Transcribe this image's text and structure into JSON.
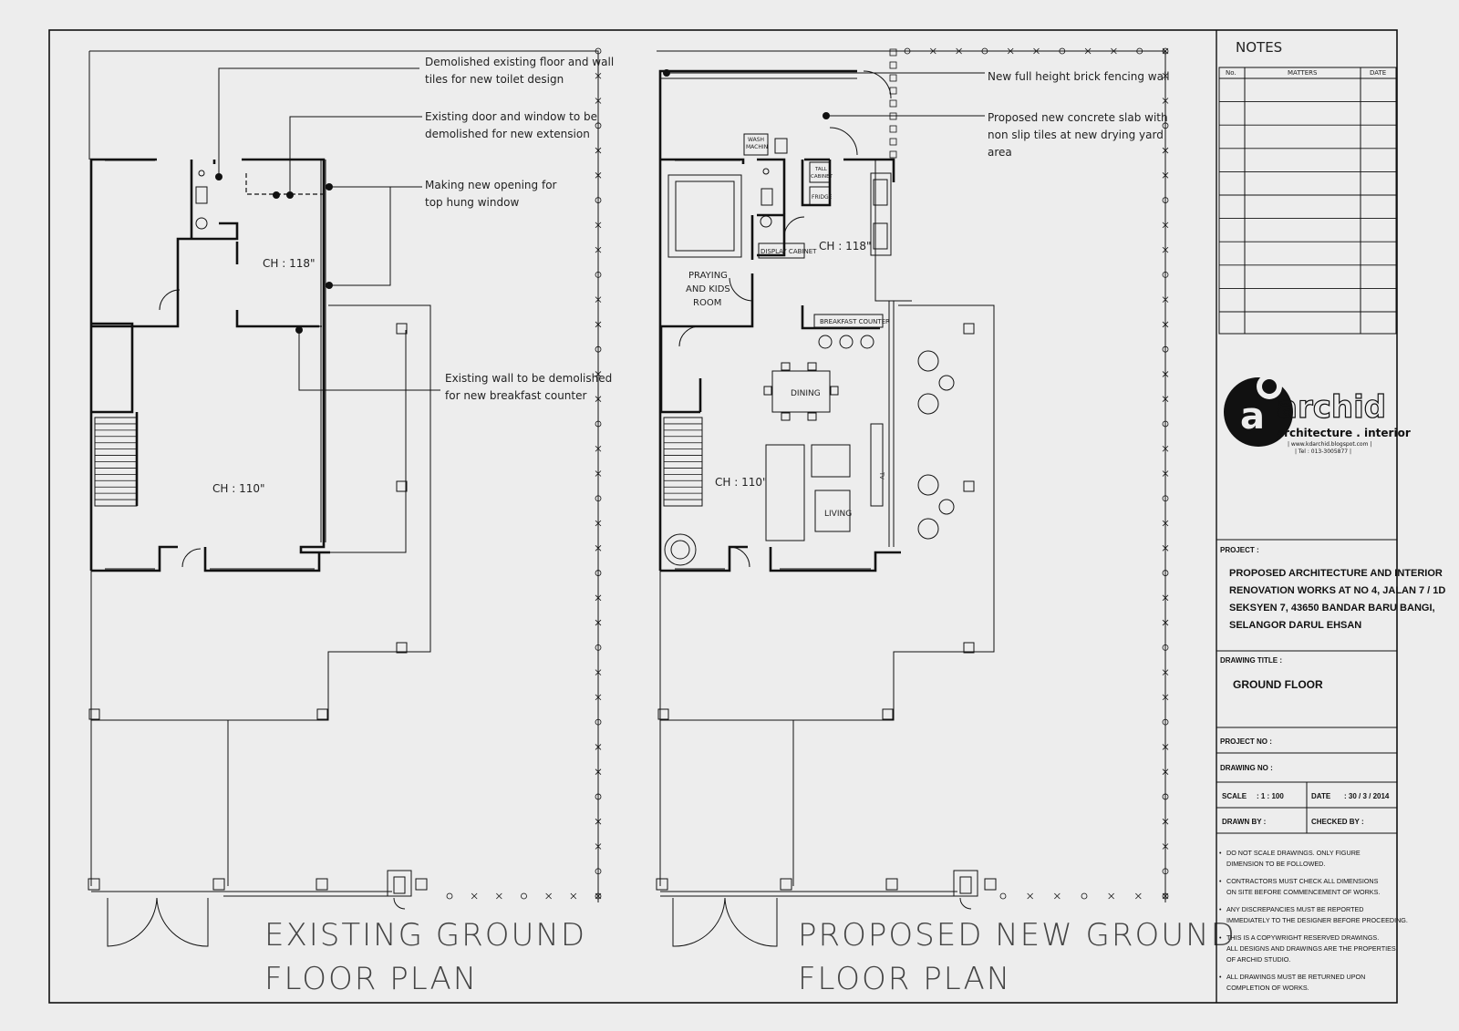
{
  "notes_panel": {
    "heading": "NOTES",
    "columns": [
      "No.",
      "MATTERS",
      "DATE"
    ]
  },
  "logo": {
    "brand": "archid",
    "subtitle": "architecture . interior",
    "website": "| www.kdarchid.blogspot.com |",
    "tel": "| Tel : 013-3005877 |"
  },
  "project": {
    "label": "PROJECT :",
    "lines": [
      "PROPOSED ARCHITECTURE AND INTERIOR",
      "RENOVATION WORKS AT NO 4, JALAN 7 / 1D",
      "SEKSYEN 7, 43650 BANDAR BARU BANGI,",
      "SELANGOR DARUL EHSAN"
    ]
  },
  "drawing_title": {
    "label": "DRAWING TITLE :",
    "value": "GROUND FLOOR"
  },
  "project_no": {
    "label": "PROJECT NO :"
  },
  "drawing_no": {
    "label": "DRAWING NO :"
  },
  "scale": {
    "label": "SCALE",
    "value": ": 1 : 100"
  },
  "date": {
    "label": "DATE",
    "value": ": 30 / 3 / 2014"
  },
  "drawn_by": {
    "label": "DRAWN BY :"
  },
  "checked_by": {
    "label": "CHECKED BY :"
  },
  "general_notes": [
    {
      "bullet": "•",
      "lines": [
        "DO NOT SCALE DRAWINGS. ONLY FIGURE",
        "DIMENSION TO BE FOLLOWED."
      ]
    },
    {
      "bullet": "•",
      "lines": [
        "CONTRACTORS MUST CHECK ALL DIMENSIONS",
        "ON SITE BEFORE COMMENCEMENT OF WORKS."
      ]
    },
    {
      "bullet": "•",
      "lines": [
        "ANY DISCREPANCIES MUST BE REPORTED",
        "IMMEDIATELY TO THE DESIGNER BEFORE PROCEEDING."
      ]
    },
    {
      "bullet": "•",
      "lines": [
        "THIS IS A COPYWRIGHT RESERVED DRAWINGS.",
        "ALL DESIGNS AND DRAWINGS ARE THE PROPERTIES",
        "OF ARCHID STUDIO."
      ]
    },
    {
      "bullet": "•",
      "lines": [
        "ALL DRAWINGS MUST BE RETURNED UPON",
        "COMPLETION OF WORKS."
      ]
    }
  ],
  "existing_plan": {
    "title_line1": "EXISTING GROUND",
    "title_line2": "FLOOR PLAN",
    "annotations": [
      {
        "lines": [
          "Demolished existing floor and wall",
          "tiles for new toilet design"
        ]
      },
      {
        "lines": [
          "Existing door and window to be",
          "demolished for new extension"
        ]
      },
      {
        "lines": [
          "Making new opening for",
          "top hung window"
        ]
      },
      {
        "lines": [
          "Existing wall to be demolished",
          "for new breakfast counter"
        ]
      }
    ],
    "ceiling_upper": "CH : 118\"",
    "ceiling_lower": "CH : 110\""
  },
  "proposed_plan": {
    "title_line1": "PROPOSED NEW GROUND",
    "title_line2": "FLOOR PLAN",
    "annotations": [
      {
        "lines": [
          "New full height brick fencing wall"
        ]
      },
      {
        "lines": [
          "Proposed new concrete slab with",
          "non slip tiles at new drying yard",
          "area"
        ]
      }
    ],
    "ceiling_upper": "CH : 118\"",
    "ceiling_lower": "CH : 110\"",
    "rooms": {
      "praying_1": "PRAYING",
      "praying_2": "AND KIDS",
      "praying_3": "ROOM",
      "wash_1": "WASH",
      "wash_2": "MACHIN",
      "tall_1": "TALL",
      "tall_2": "CABINET",
      "fridge": "FRIDGE",
      "display": "DISPLAY CABINET",
      "breakfast": "BREAKFAST COUNTER",
      "dining": "DINING",
      "living": "LIVING",
      "tv": "TV"
    }
  }
}
